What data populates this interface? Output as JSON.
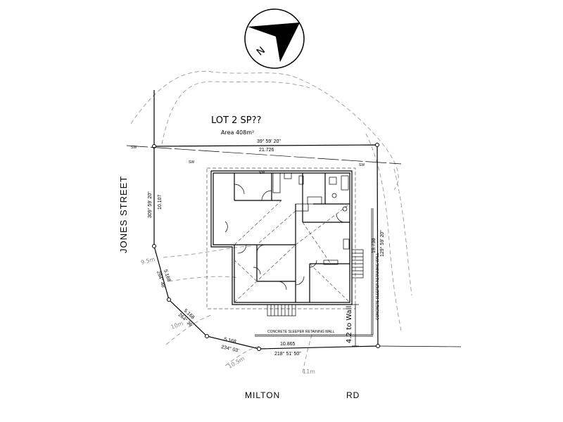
{
  "lot": {
    "title": "LOT 2 SP??",
    "area": "Area 408m²"
  },
  "streets": {
    "west": "JONES STREET",
    "south_a": "MILTON",
    "south_b": "RD"
  },
  "compass": {
    "letter": "N"
  },
  "boundary": {
    "north_bearing": "39° 59' 20\"",
    "north_length": "21.726",
    "west_bearing": "309° 59' 20\"",
    "west_length": "10.107",
    "arc1_length": "5.168",
    "arc1_bearing": "294° 48'",
    "arc2_length": "5.168",
    "arc2_bearing": "264° 36'",
    "arc3_length": "5.168",
    "arc3_bearing": "234° 03'",
    "south_length": "10.865",
    "south_bearing": "218° 51' 50\"",
    "east_length": "19.738",
    "east_bearing": "129° 59' 20\""
  },
  "contours": {
    "c95": "9.5m",
    "c10": "10m",
    "c105": "10.5m",
    "c11": "11m"
  },
  "annotations": {
    "retaining_south": "CONCRETE SLEEPER RETAINING WALL",
    "retaining_east": "CONCRETE SLEEPER RETAINING WALL",
    "setback": "4.2 to Wall",
    "sewer": "SW"
  }
}
